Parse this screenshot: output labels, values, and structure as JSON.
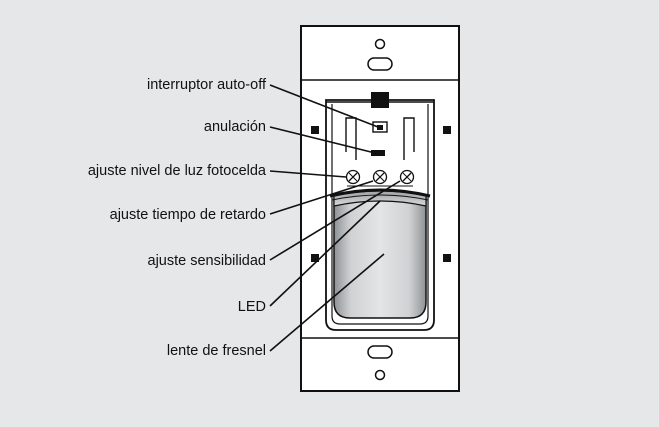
{
  "labels": {
    "auto_off": "interruptor auto-off",
    "override": "anulación",
    "photocell": "ajuste nivel de luz fotocelda",
    "delay": "ajuste tiempo de retardo",
    "sensitivity": "ajuste sensibilidad",
    "led": "LED",
    "lens": "lente de fresnel"
  },
  "colors": {
    "background": "#e6e7e8",
    "device": "#ffffff",
    "outline": "#111111",
    "lens_shade": "#bfc1c3"
  }
}
